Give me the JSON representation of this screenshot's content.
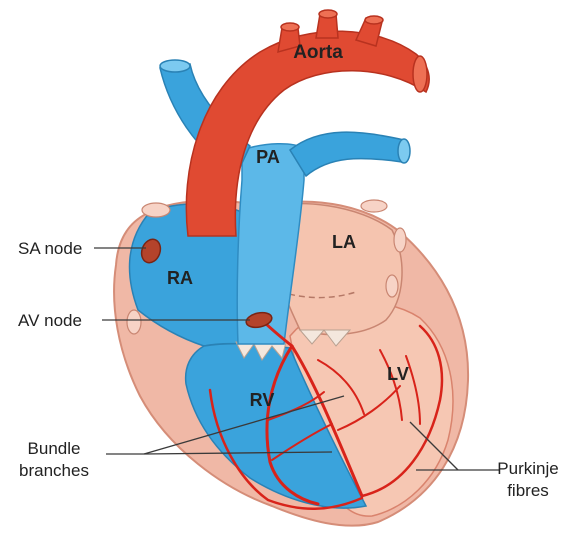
{
  "diagram": {
    "structures": {
      "aorta": "Aorta",
      "pa": "PA",
      "la": "LA",
      "ra": "RA",
      "rv": "RV",
      "lv": "LV"
    },
    "callouts": {
      "sa_node": "SA node",
      "av_node": "AV node",
      "bundle_line1": "Bundle",
      "bundle_line2": "branches",
      "purkinje_line1": "Purkinje",
      "purkinje_line2": "fibres"
    }
  },
  "colors": {
    "artery_red": "#e04a32",
    "vein_blue": "#3aa3dc",
    "pericardium_pink": "#f0b8a6",
    "left_chamber_peach": "#f6c7b3",
    "conduction_red": "#d8231a",
    "node_brown": "#b4432b"
  }
}
